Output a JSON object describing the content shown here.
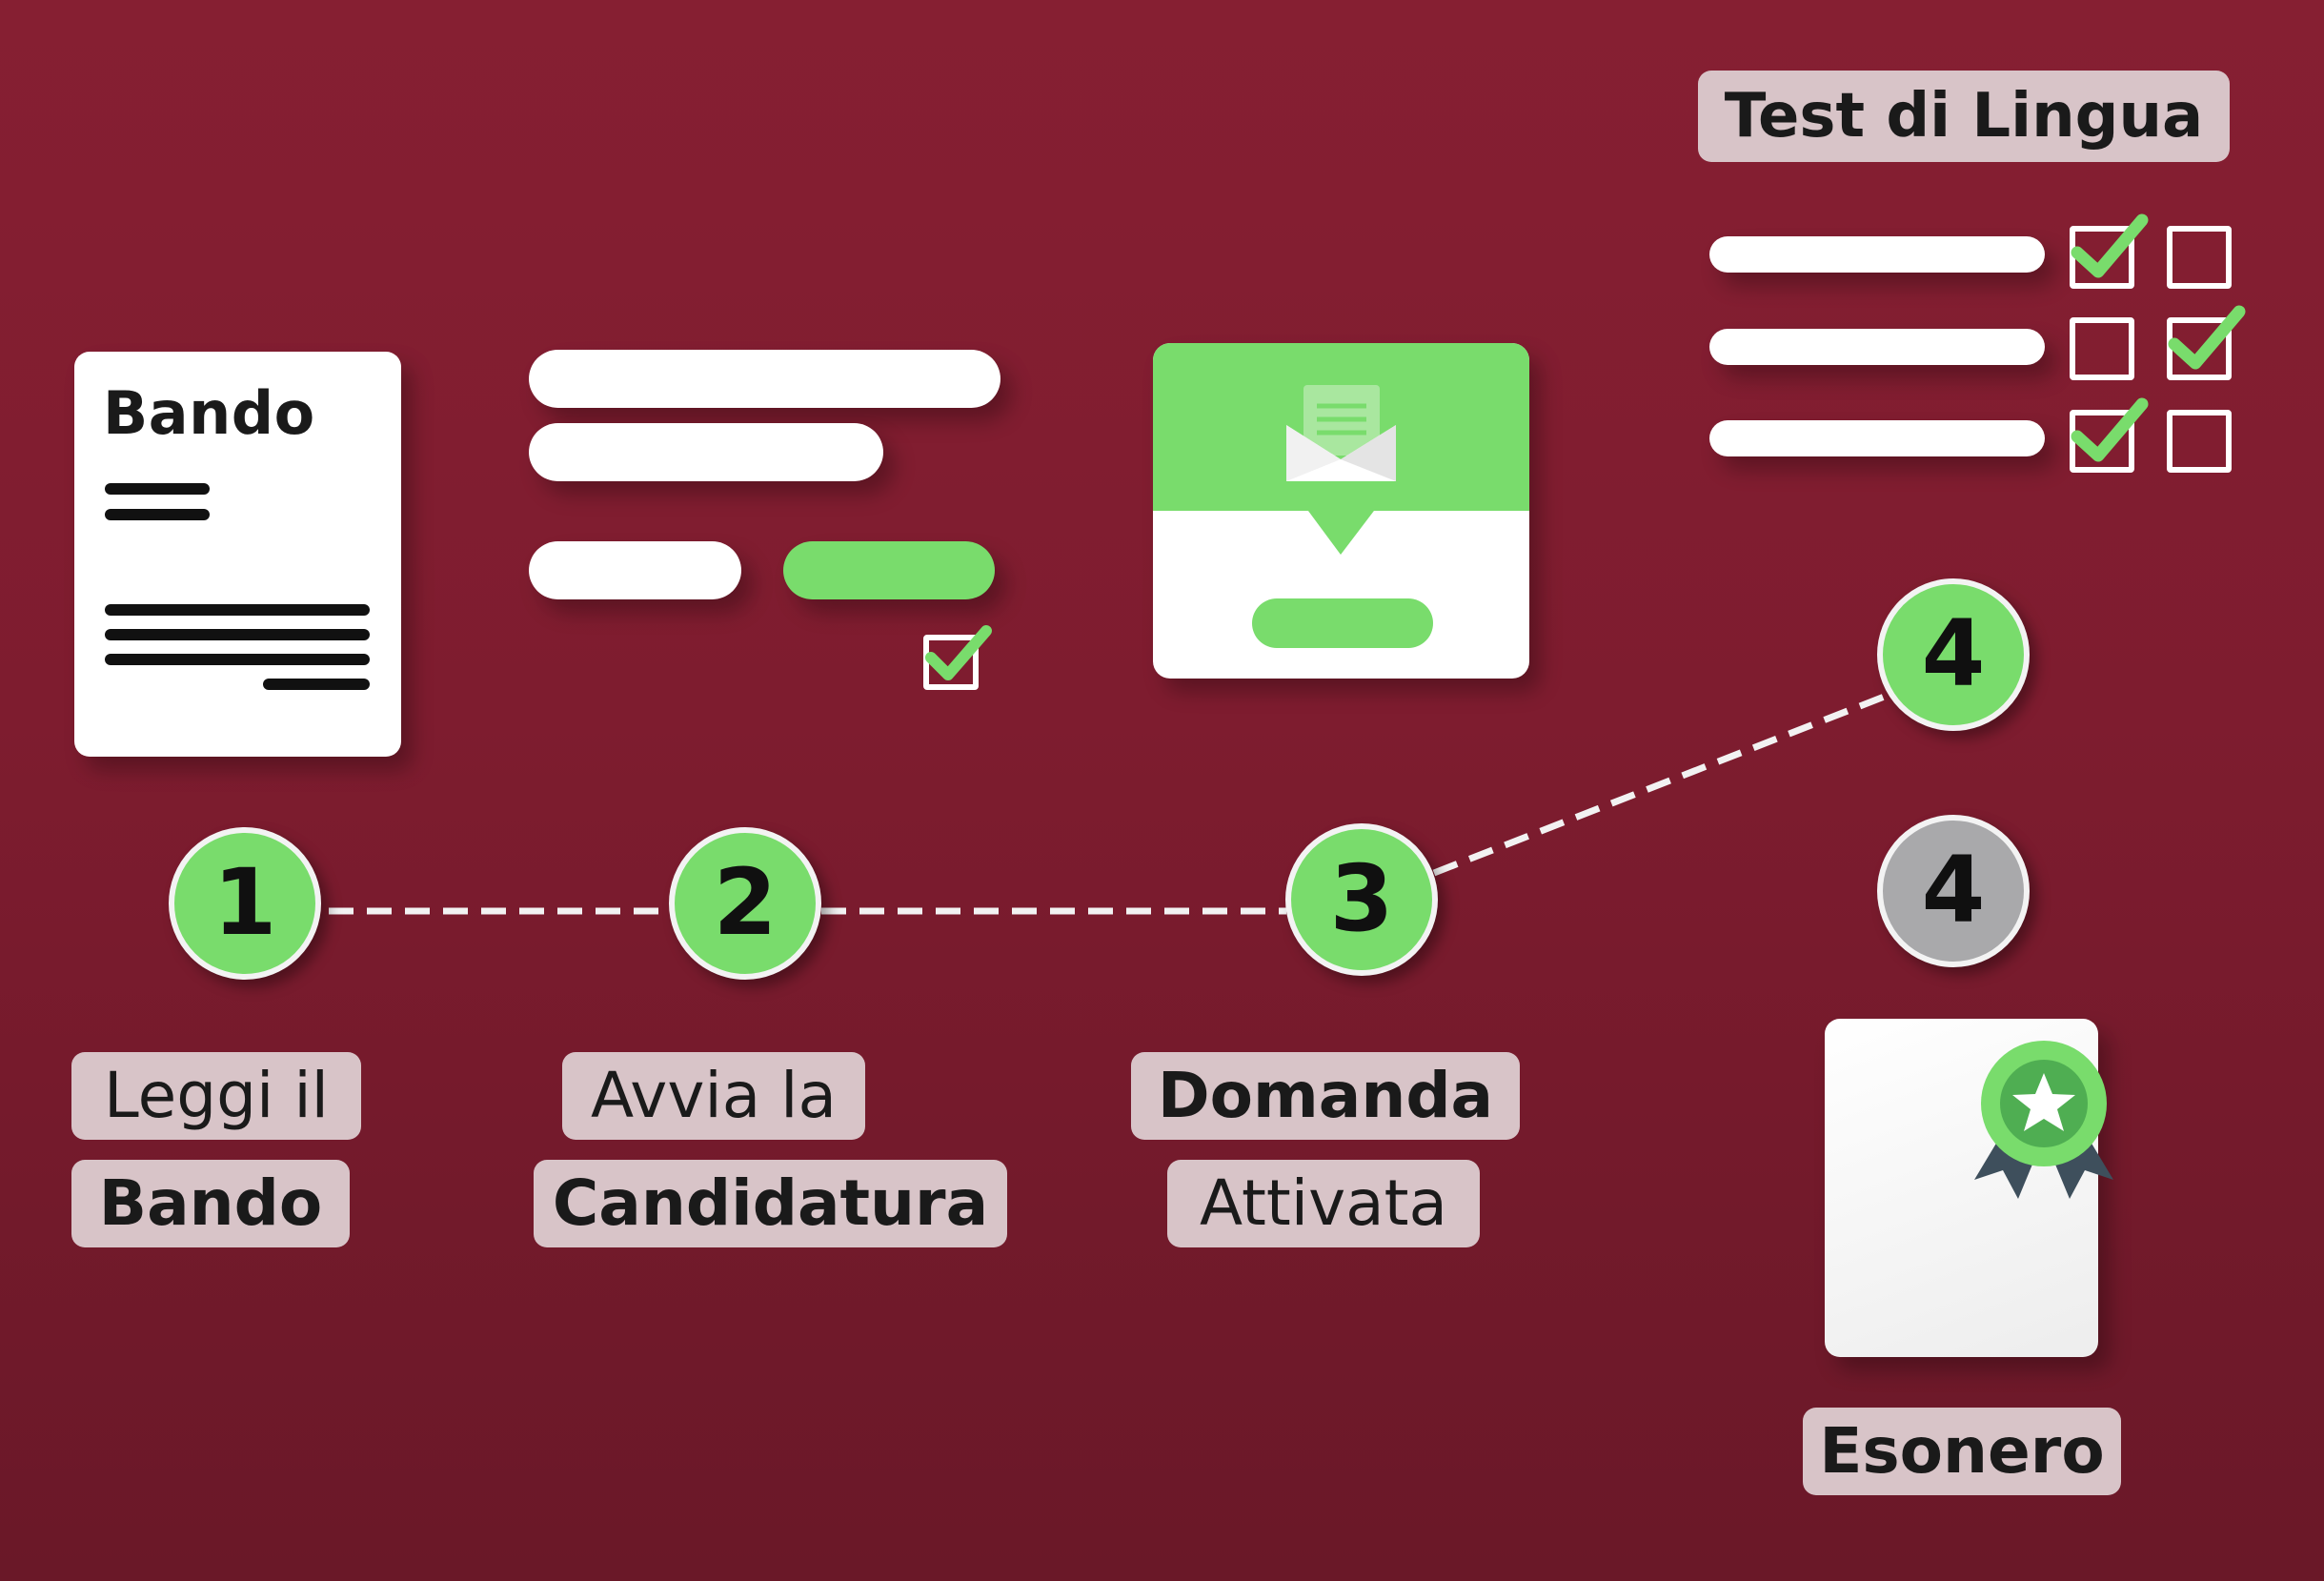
{
  "document": {
    "title": "Bando"
  },
  "test": {
    "title": "Test di Lingua"
  },
  "steps": [
    {
      "number": "1"
    },
    {
      "number": "2"
    },
    {
      "number": "3"
    },
    {
      "number": "4"
    },
    {
      "number": "4"
    }
  ],
  "labels": {
    "step1": {
      "line1": "Leggi il",
      "line2": "Bando"
    },
    "step2": {
      "line1": "Avvia la",
      "line2": "Candidatura"
    },
    "step3": {
      "line1": "Domanda",
      "line2": "Attivata"
    },
    "step4": {
      "line1": "Esonero"
    }
  },
  "colors": {
    "background": "#861f32",
    "accent_green": "#79dc6c",
    "pill": "#d8c4c8",
    "inactive_grey": "#a9a9ab"
  },
  "icons": [
    "document-icon",
    "form-icon",
    "checkbox-icon",
    "envelope-icon",
    "checklist-icon",
    "certificate-icon",
    "star-badge-icon"
  ]
}
